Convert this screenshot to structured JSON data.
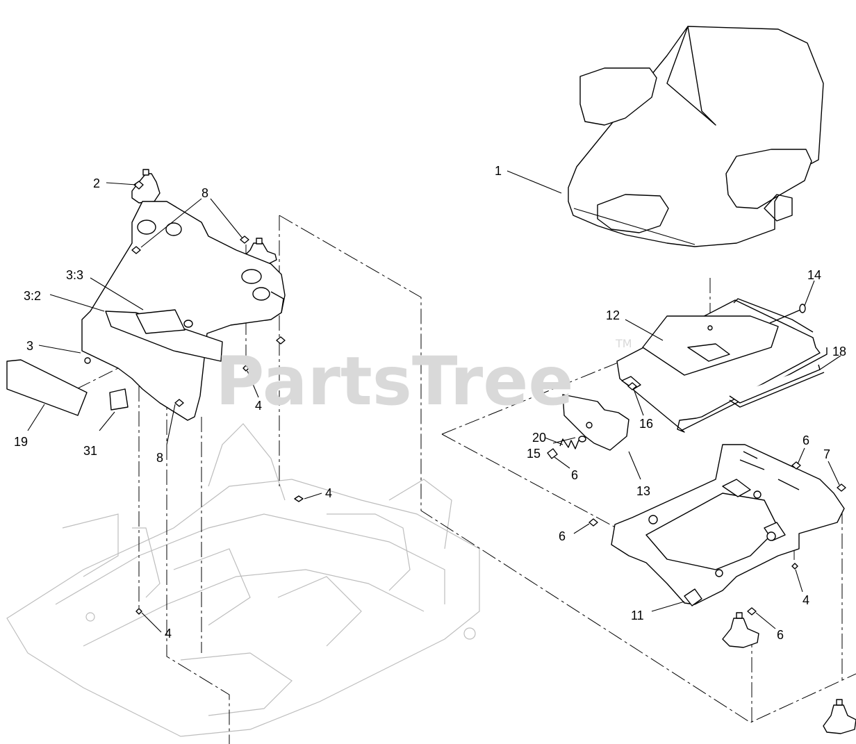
{
  "watermark": {
    "text": "PartsTree",
    "tm": "TM"
  },
  "callouts": {
    "c1": "1",
    "c2": "2",
    "c3": "3",
    "c3_2": "3:2",
    "c3_3": "3:3",
    "c4a": "4",
    "c4b": "4",
    "c4c": "4",
    "c4d": "4",
    "c6a": "6",
    "c6b": "6",
    "c6c": "6",
    "c6d": "6",
    "c7": "7",
    "c8a": "8",
    "c8b": "8",
    "c11": "11",
    "c12": "12",
    "c13": "13",
    "c14": "14",
    "c15": "15",
    "c16": "16",
    "c18": "18",
    "c19": "19",
    "c20": "20",
    "c31": "31"
  }
}
